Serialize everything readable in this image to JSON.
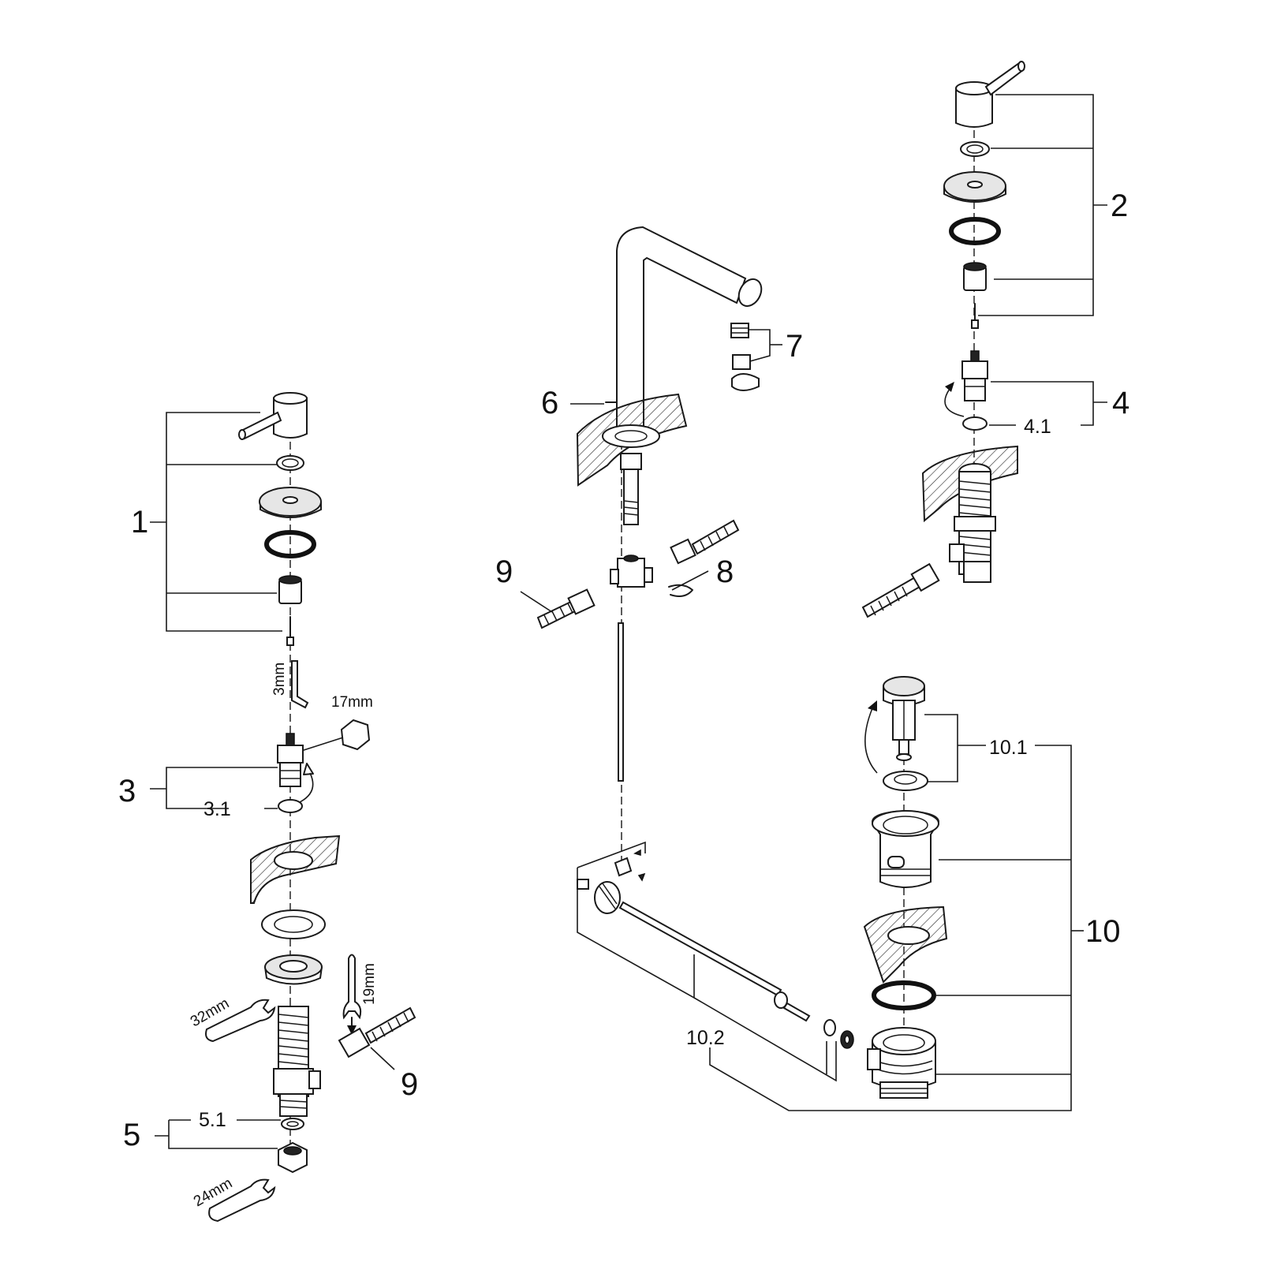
{
  "labels": {
    "l1": "1",
    "l2": "2",
    "l3": "3",
    "l3_1": "3.1",
    "l4": "4",
    "l4_1": "4.1",
    "l5": "5",
    "l5_1": "5.1",
    "l6": "6",
    "l7": "7",
    "l8": "8",
    "l9_left": "9",
    "l9_center": "9",
    "l10": "10",
    "l10_1": "10.1",
    "l10_2": "10.2"
  },
  "tools": {
    "hex_key": "3mm",
    "hex_socket": "17mm",
    "wrench_32": "32mm",
    "wrench_19": "19mm",
    "wrench_24": "24mm"
  }
}
